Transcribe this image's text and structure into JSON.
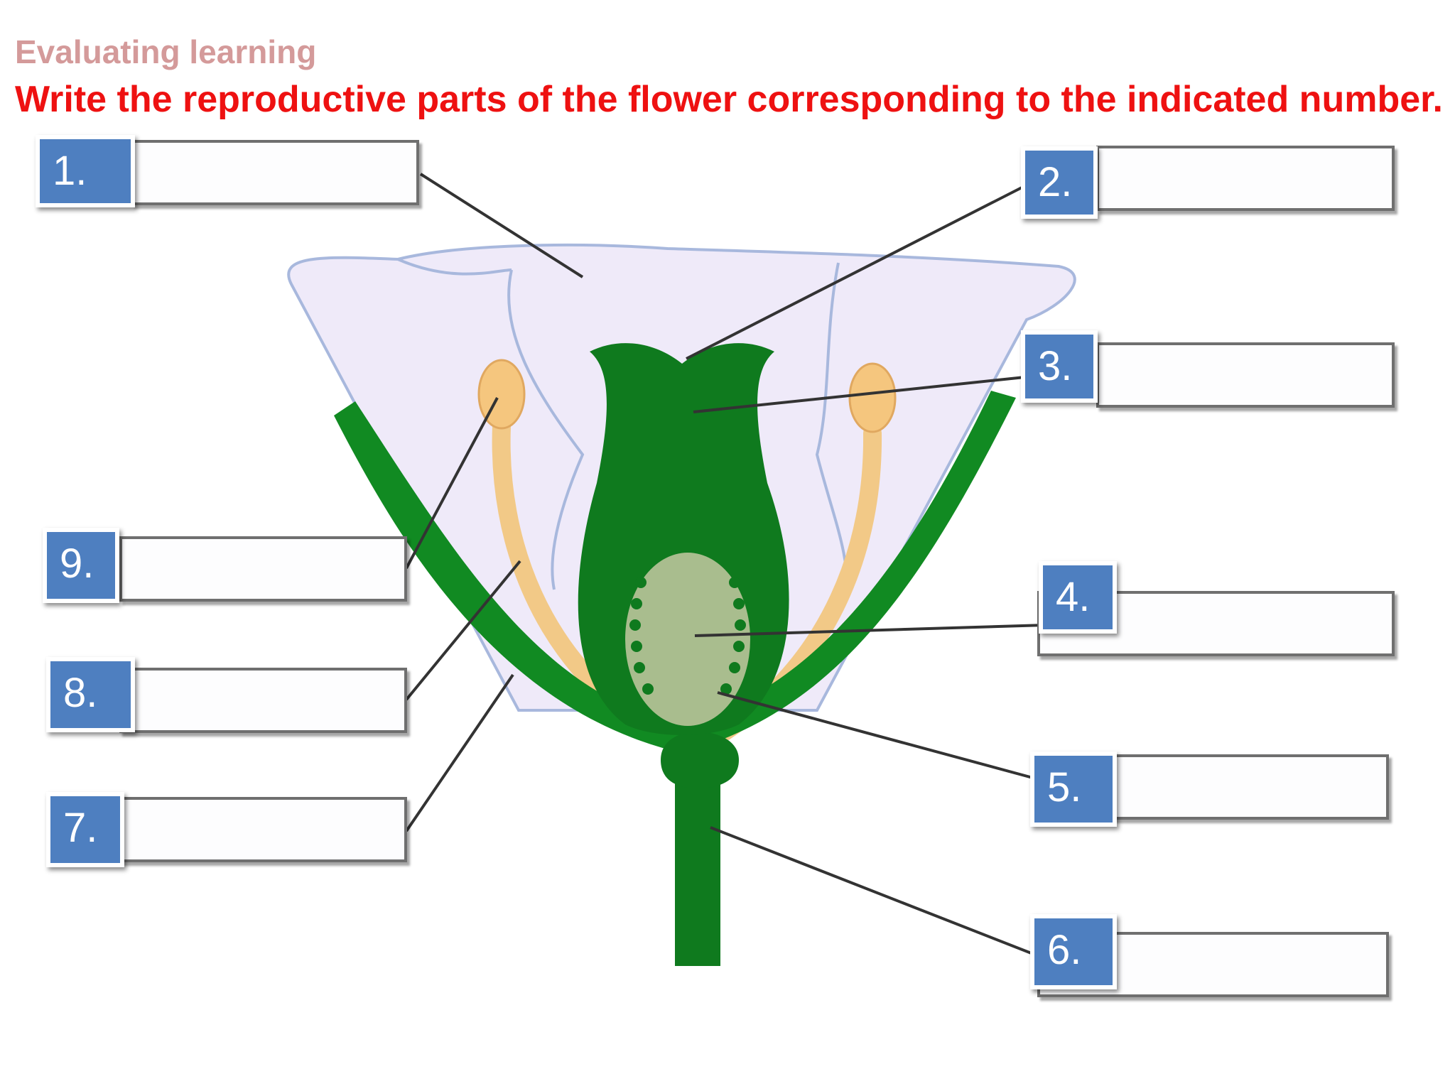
{
  "header": {
    "subtitle": "Evaluating learning",
    "title": "Write the reproductive parts of the flower corresponding to the indicated number."
  },
  "labels": [
    {
      "number": "1.",
      "value": ""
    },
    {
      "number": "2.",
      "value": ""
    },
    {
      "number": "3.",
      "value": ""
    },
    {
      "number": "4.",
      "value": ""
    },
    {
      "number": "5.",
      "value": ""
    },
    {
      "number": "6.",
      "value": ""
    },
    {
      "number": "7.",
      "value": ""
    },
    {
      "number": "8.",
      "value": ""
    },
    {
      "number": "9.",
      "value": ""
    }
  ],
  "colors": {
    "title": "#ee1111",
    "subtitle": "#d49a9a",
    "badge": "#4e7fc0",
    "stem_green": "#0f7a1e",
    "petal": "#efeaf9",
    "stamen": "#f2c987",
    "ovary": "#a9bd8e"
  }
}
